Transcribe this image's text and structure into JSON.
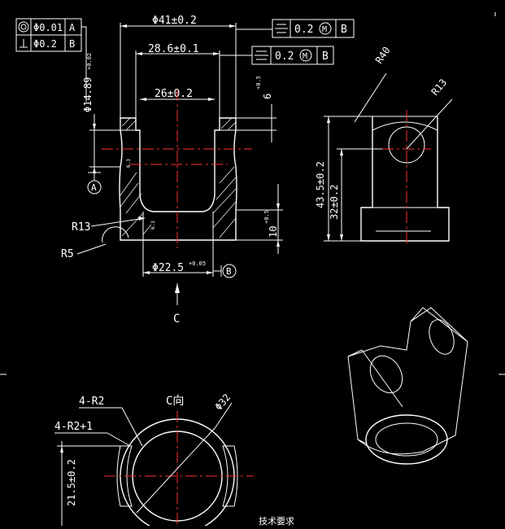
{
  "tolerance_frame": {
    "rows": [
      {
        "symbol": "concentricity-symbol",
        "value": "Φ0.01",
        "datum": "A"
      },
      {
        "symbol": "perpendicularity-symbol",
        "value": "Φ0.2",
        "datum": "B"
      }
    ]
  },
  "dimensions": {
    "outer_width": "Φ41±0.2",
    "slot_width": "28.6±0.1",
    "inner_width": "26±0.2",
    "bore_dia": "Φ14.89",
    "bore_dia_tol": "+0.02",
    "flange_height": "6",
    "flange_height_tol": "+0.5",
    "bottom_height": "10",
    "bottom_height_tol": "+0.5",
    "bottom_dia": "Φ22.5",
    "bottom_dia_tol": "+0.05",
    "r13": "R13",
    "r5": "R5",
    "r40": "R40",
    "r13_side": "R13",
    "height_total": "43.5±0.2",
    "height_hole": "32±0.2",
    "r2": "4-R2",
    "r2_plus": "4-R2+1",
    "height_bottom_view": "21.5±0.2",
    "dia_bottom_view": "Φ32",
    "surface_finish_1": "6.3",
    "surface_finish_2": "6.3"
  },
  "symmetry_frames": [
    {
      "value": "0.2",
      "modifier": "M",
      "datum": "B"
    },
    {
      "value": "0.2",
      "modifier": "M",
      "datum": "B"
    }
  ],
  "datum_labels": {
    "a": "A",
    "b": "B"
  },
  "view_labels": {
    "arrow": "C",
    "view_c": "C向"
  },
  "notes": {
    "tech_requirements": "技术要求"
  }
}
